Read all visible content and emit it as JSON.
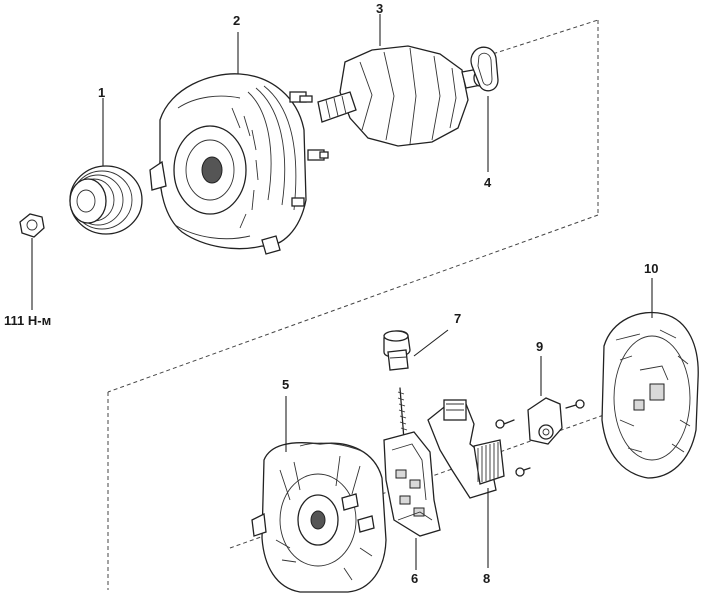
{
  "callouts": {
    "c1": "1",
    "c2": "2",
    "c3": "3",
    "c4": "4",
    "c5": "5",
    "c6": "6",
    "c7": "7",
    "c8": "8",
    "c9": "9",
    "c10": "10",
    "torque": "111 Н-м"
  }
}
